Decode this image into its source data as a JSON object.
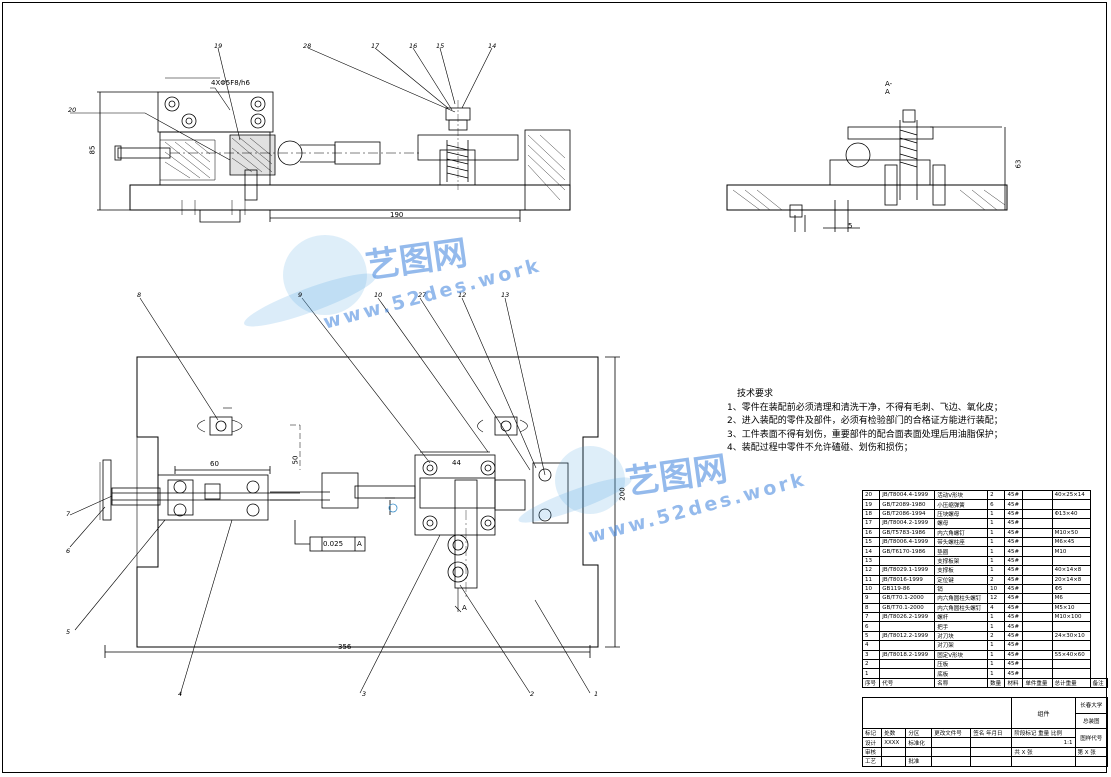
{
  "balloons": [
    "19",
    "28",
    "17",
    "16",
    "15",
    "14",
    "20",
    "8",
    "9",
    "10",
    "27",
    "12",
    "13",
    "7",
    "6",
    "5",
    "4",
    "3",
    "2",
    "1"
  ],
  "dims": {
    "d85": "85",
    "d190": "190",
    "d63": "63",
    "d5": "5",
    "d60": "60",
    "d44": "44",
    "d50": "50",
    "d200": "200",
    "d356": "356",
    "fit": "4XΦ5F8/h6",
    "tol": "0.025",
    "datum": "A"
  },
  "section_label": "A-A",
  "section_marker": "A",
  "tech_title": "技术要求",
  "tech_lines": [
    "1、零件在装配前必须清理和清洗干净，不得有毛刺、飞边、氧化皮；",
    "2、进入装配的零件及部件，必须有检验部门的合格证方能进行装配；",
    "3、工件表面不得有划伤，重要部件的配合面表面处理后用油脂保护；",
    "4、装配过程中零件不允许磕碰、划伤和损伤；"
  ],
  "bom": [
    [
      "20",
      "JB/T8004.4-1999",
      "活动V形块",
      "2",
      "45#",
      "",
      "40×25×14"
    ],
    [
      "19",
      "GB/T2089-1980",
      "小压缩弹簧",
      "6",
      "45#",
      "",
      "",
      ""
    ],
    [
      "18",
      "GB/T2086-1994",
      "压块螺母",
      "1",
      "45#",
      "",
      "Φ13×40"
    ],
    [
      "17",
      "JB/T8004.2-1999",
      "螺母",
      "1",
      "45#",
      "",
      "",
      ""
    ],
    [
      "16",
      "GB/T5783-1986",
      "内六角螺钉",
      "1",
      "45#",
      "",
      "M10×50"
    ],
    [
      "15",
      "JB/T8006.4-1999",
      "带头螺柱座",
      "1",
      "45#",
      "",
      "M6×45"
    ],
    [
      "14",
      "GB/T6170-1986",
      "垫圈",
      "1",
      "45#",
      "",
      "M10"
    ],
    [
      "13",
      "",
      "支撑板架",
      "1",
      "45#",
      "",
      "",
      ""
    ],
    [
      "12",
      "JB/T8029.1-1999",
      "支撑板",
      "1",
      "45#",
      "",
      "40×14×8"
    ],
    [
      "11",
      "JB/T8016-1999",
      "定位键",
      "2",
      "45#",
      "",
      "20×14×8"
    ],
    [
      "10",
      "GB119-86",
      "销",
      "10",
      "45#",
      "",
      "Φ5"
    ],
    [
      "9",
      "GB/T70.1-2000",
      "内六角圆柱头螺钉",
      "12",
      "45#",
      "",
      "M6"
    ],
    [
      "8",
      "GB/T70.1-2000",
      "内六角圆柱头螺钉",
      "4",
      "45#",
      "",
      "M5×10"
    ],
    [
      "7",
      "JB/T8026.2-1999",
      "螺杆",
      "1",
      "45#",
      "",
      "M10×100"
    ],
    [
      "6",
      "",
      "把手",
      "1",
      "45#",
      "",
      "",
      ""
    ],
    [
      "5",
      "JB/T8012.2-1999",
      "对刀块",
      "2",
      "45#",
      "",
      "24×30×10"
    ],
    [
      "4",
      "",
      "对刀架",
      "1",
      "45#",
      "",
      "",
      ""
    ],
    [
      "3",
      "JB/T8018.2-1999",
      "固定V形块",
      "1",
      "45#",
      "",
      "55×40×60"
    ],
    [
      "2",
      "",
      "压板",
      "1",
      "45#",
      "",
      "",
      ""
    ],
    [
      "1",
      "",
      "底板",
      "1",
      "45#",
      "",
      "",
      ""
    ]
  ],
  "bom_header": [
    "序号",
    "代号",
    "名称",
    "数量",
    "材料",
    "单件重量",
    "总计重量",
    "备注"
  ],
  "title_block": {
    "part": "组件",
    "school": "长春大学",
    "drawing": "总装图",
    "scale_label": "比例",
    "scale": "1:1",
    "weight_label": "重量",
    "stage_label": "阶段标记",
    "code_label": "图样代号",
    "sheet_total": "共 X 张",
    "sheet_no": "第 X 张",
    "design": "设计",
    "design_name": "XXXX",
    "std": "标准化",
    "check": "审核",
    "craft": "工艺",
    "approve": "批准",
    "mark": "标记",
    "count": "处数",
    "zone": "分区",
    "change": "更改文件号",
    "sign": "签名",
    "date": "年月日"
  },
  "watermark": {
    "cn": "艺图网",
    "url": "www.52des.work"
  }
}
